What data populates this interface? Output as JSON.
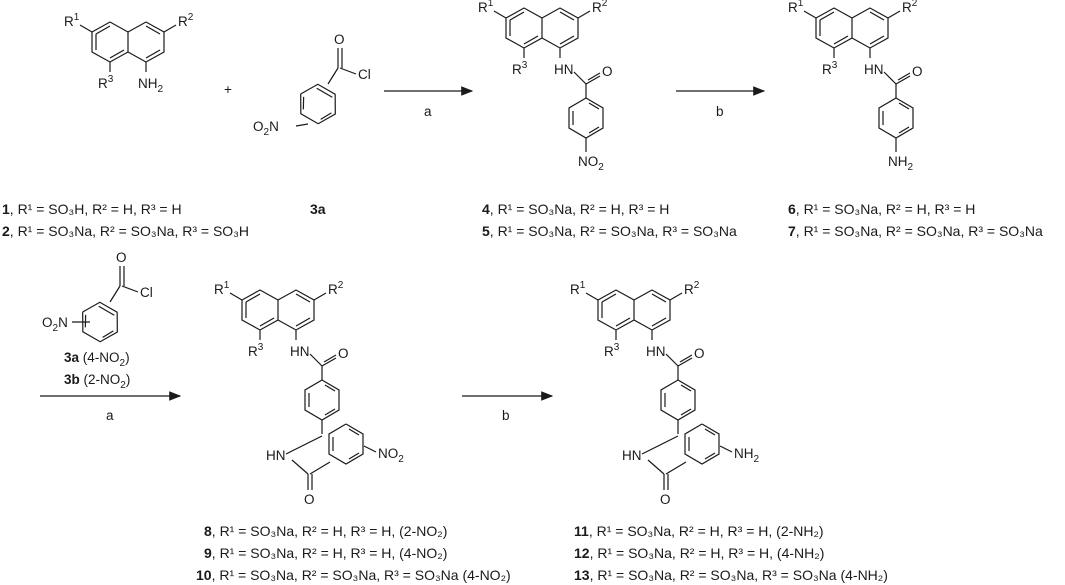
{
  "atoms": {
    "R1": "R",
    "R1_sup": "1",
    "R2": "R",
    "R2_sup": "2",
    "R3": "R",
    "R3_sup": "3",
    "NH2_main": "NH",
    "NH2_sub": "2",
    "HN": "HN",
    "O": "O",
    "Cl": "Cl",
    "O2N_main": "O",
    "O2N_sub": "2",
    "O2N_tail": "N",
    "NO2_main": "NO",
    "NO2_sub": "2",
    "NH2b_main": "NH",
    "NH2b_sub": "2",
    "plus": "+"
  },
  "reagents": {
    "step_a": "a",
    "step_b": "b",
    "3a_label": "3a",
    "3a_desc": " (4-NO",
    "3a_desc_sub": "2",
    "3a_desc_end": ")",
    "3b_label": "3b",
    "3b_desc": " (2-NO",
    "3b_desc_sub": "2",
    "3b_desc_end": ")"
  },
  "captions": {
    "c1": {
      "num": "1",
      "text": ", R¹ = SO₃H, R² = H, R³ = H"
    },
    "c2": {
      "num": "2",
      "text": ", R¹ = SO₃Na, R² = SO₃Na, R³ = SO₃H"
    },
    "c3a": {
      "num": "3a",
      "text": ""
    },
    "c4": {
      "num": "4",
      "text": ", R¹ = SO₃Na, R² = H, R³ = H"
    },
    "c5": {
      "num": "5",
      "text": ", R¹ = SO₃Na, R² = SO₃Na, R³ = SO₃Na"
    },
    "c6": {
      "num": "6",
      "text": ", R¹ = SO₃Na, R² = H, R³ = H"
    },
    "c7": {
      "num": "7",
      "text": ", R¹ = SO₃Na, R² = SO₃Na, R³ = SO₃Na"
    },
    "c8": {
      "num": "8",
      "text": ", R¹ = SO₃Na, R² = H, R³ = H, (2-NO₂)"
    },
    "c9": {
      "num": "9",
      "text": ", R¹ = SO₃Na, R² = H, R³ = H, (4-NO₂)"
    },
    "c10": {
      "num": "10",
      "text": ", R¹ = SO₃Na, R² = SO₃Na, R³ = SO₃Na (4-NO₂)"
    },
    "c11": {
      "num": "11",
      "text": ", R¹ = SO₃Na, R² = H, R³ = H, (2-NH₂)"
    },
    "c12": {
      "num": "12",
      "text": ", R¹ = SO₃Na, R² = H, R³ = H, (4-NH₂)"
    },
    "c13": {
      "num": "13",
      "text": ", R¹ = SO₃Na, R² = SO₃Na, R³ = SO₃Na (4-NH₂)"
    }
  }
}
